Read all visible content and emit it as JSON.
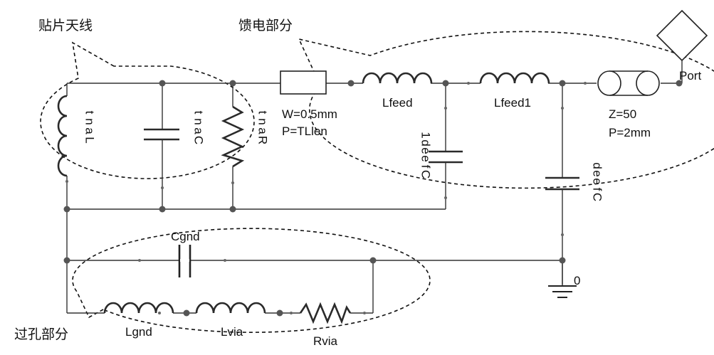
{
  "group_labels": {
    "patch_antenna": "贴片天线",
    "feed_section": "馈电部分",
    "via_section": "过孔部分"
  },
  "components": {
    "L_ant": "L\nant",
    "C_ant": "C\nant",
    "R_ant": "R\nant",
    "tline_w": "W=0.5mm",
    "tline_p": "P=TLlen",
    "Lfeed": "Lfeed",
    "Lfeed1": "Lfeed1",
    "Cfeed1": "Cfeed1",
    "Cfeed": "Cfeed",
    "coax_z": "Z=50",
    "coax_p": "P=2mm",
    "port": "Port",
    "ground": "0",
    "Cgnd": "Cgnd",
    "Lgnd": "Lgnd",
    "Lvia": "Lvia",
    "Rvia": "Rvia"
  },
  "vertical_labels": {
    "L_ant": [
      "t",
      "n",
      "a",
      "L"
    ],
    "C_ant": [
      "t",
      "n",
      "a",
      "C"
    ],
    "R_ant": [
      "t",
      "n",
      "a",
      "R"
    ],
    "Cfeed1": [
      "1",
      "d",
      "e",
      "e",
      "f",
      "C"
    ],
    "Cfeed": [
      "d",
      "e",
      "e",
      "f",
      "C"
    ]
  }
}
